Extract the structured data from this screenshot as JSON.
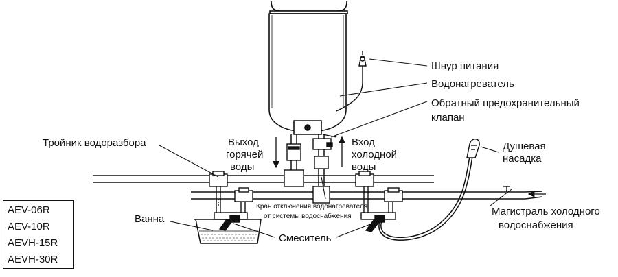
{
  "labels": {
    "power_cord": "Шнур питания",
    "water_heater": "Водонагреватель",
    "check_safety_valve_line1": "Обратный предохранительный",
    "check_safety_valve_line2": "клапан",
    "supply_tee": "Тройник водоразбора",
    "hot_out_line1": "Выход",
    "hot_out_line2": "горячей",
    "hot_out_line3": "воды",
    "cold_in_line1": "Вход",
    "cold_in_line2": "холодной",
    "cold_in_line3": "воды",
    "shower_line1": "Душевая",
    "shower_line2": "насадка",
    "bath": "Ванна",
    "shutoff_line1": "Кран отключения водонагревателя",
    "shutoff_line2": "от системы водоснабжения",
    "mixer": "Смеситель",
    "cold_main_line1": "Магистраль холодного",
    "cold_main_line2": "водоснабжения"
  },
  "models": [
    "AEV-06R",
    "AEV-10R",
    "AEVH-15R",
    "AEVH-30R"
  ]
}
